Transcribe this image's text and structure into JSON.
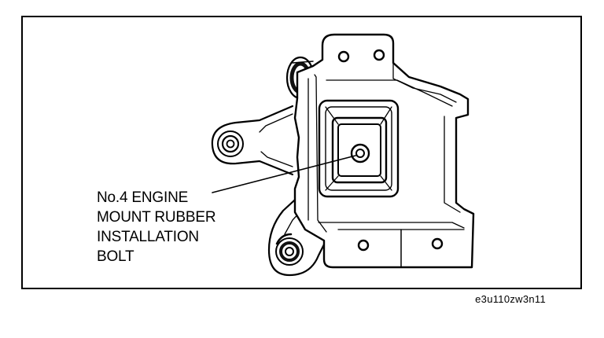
{
  "callout": {
    "lines": [
      "No.4 ENGINE",
      "MOUNT RUBBER",
      "INSTALLATION",
      "BOLT"
    ]
  },
  "figure_code": "e3u110zw3n11",
  "colors": {
    "ink": "#000000",
    "paper": "#ffffff"
  }
}
